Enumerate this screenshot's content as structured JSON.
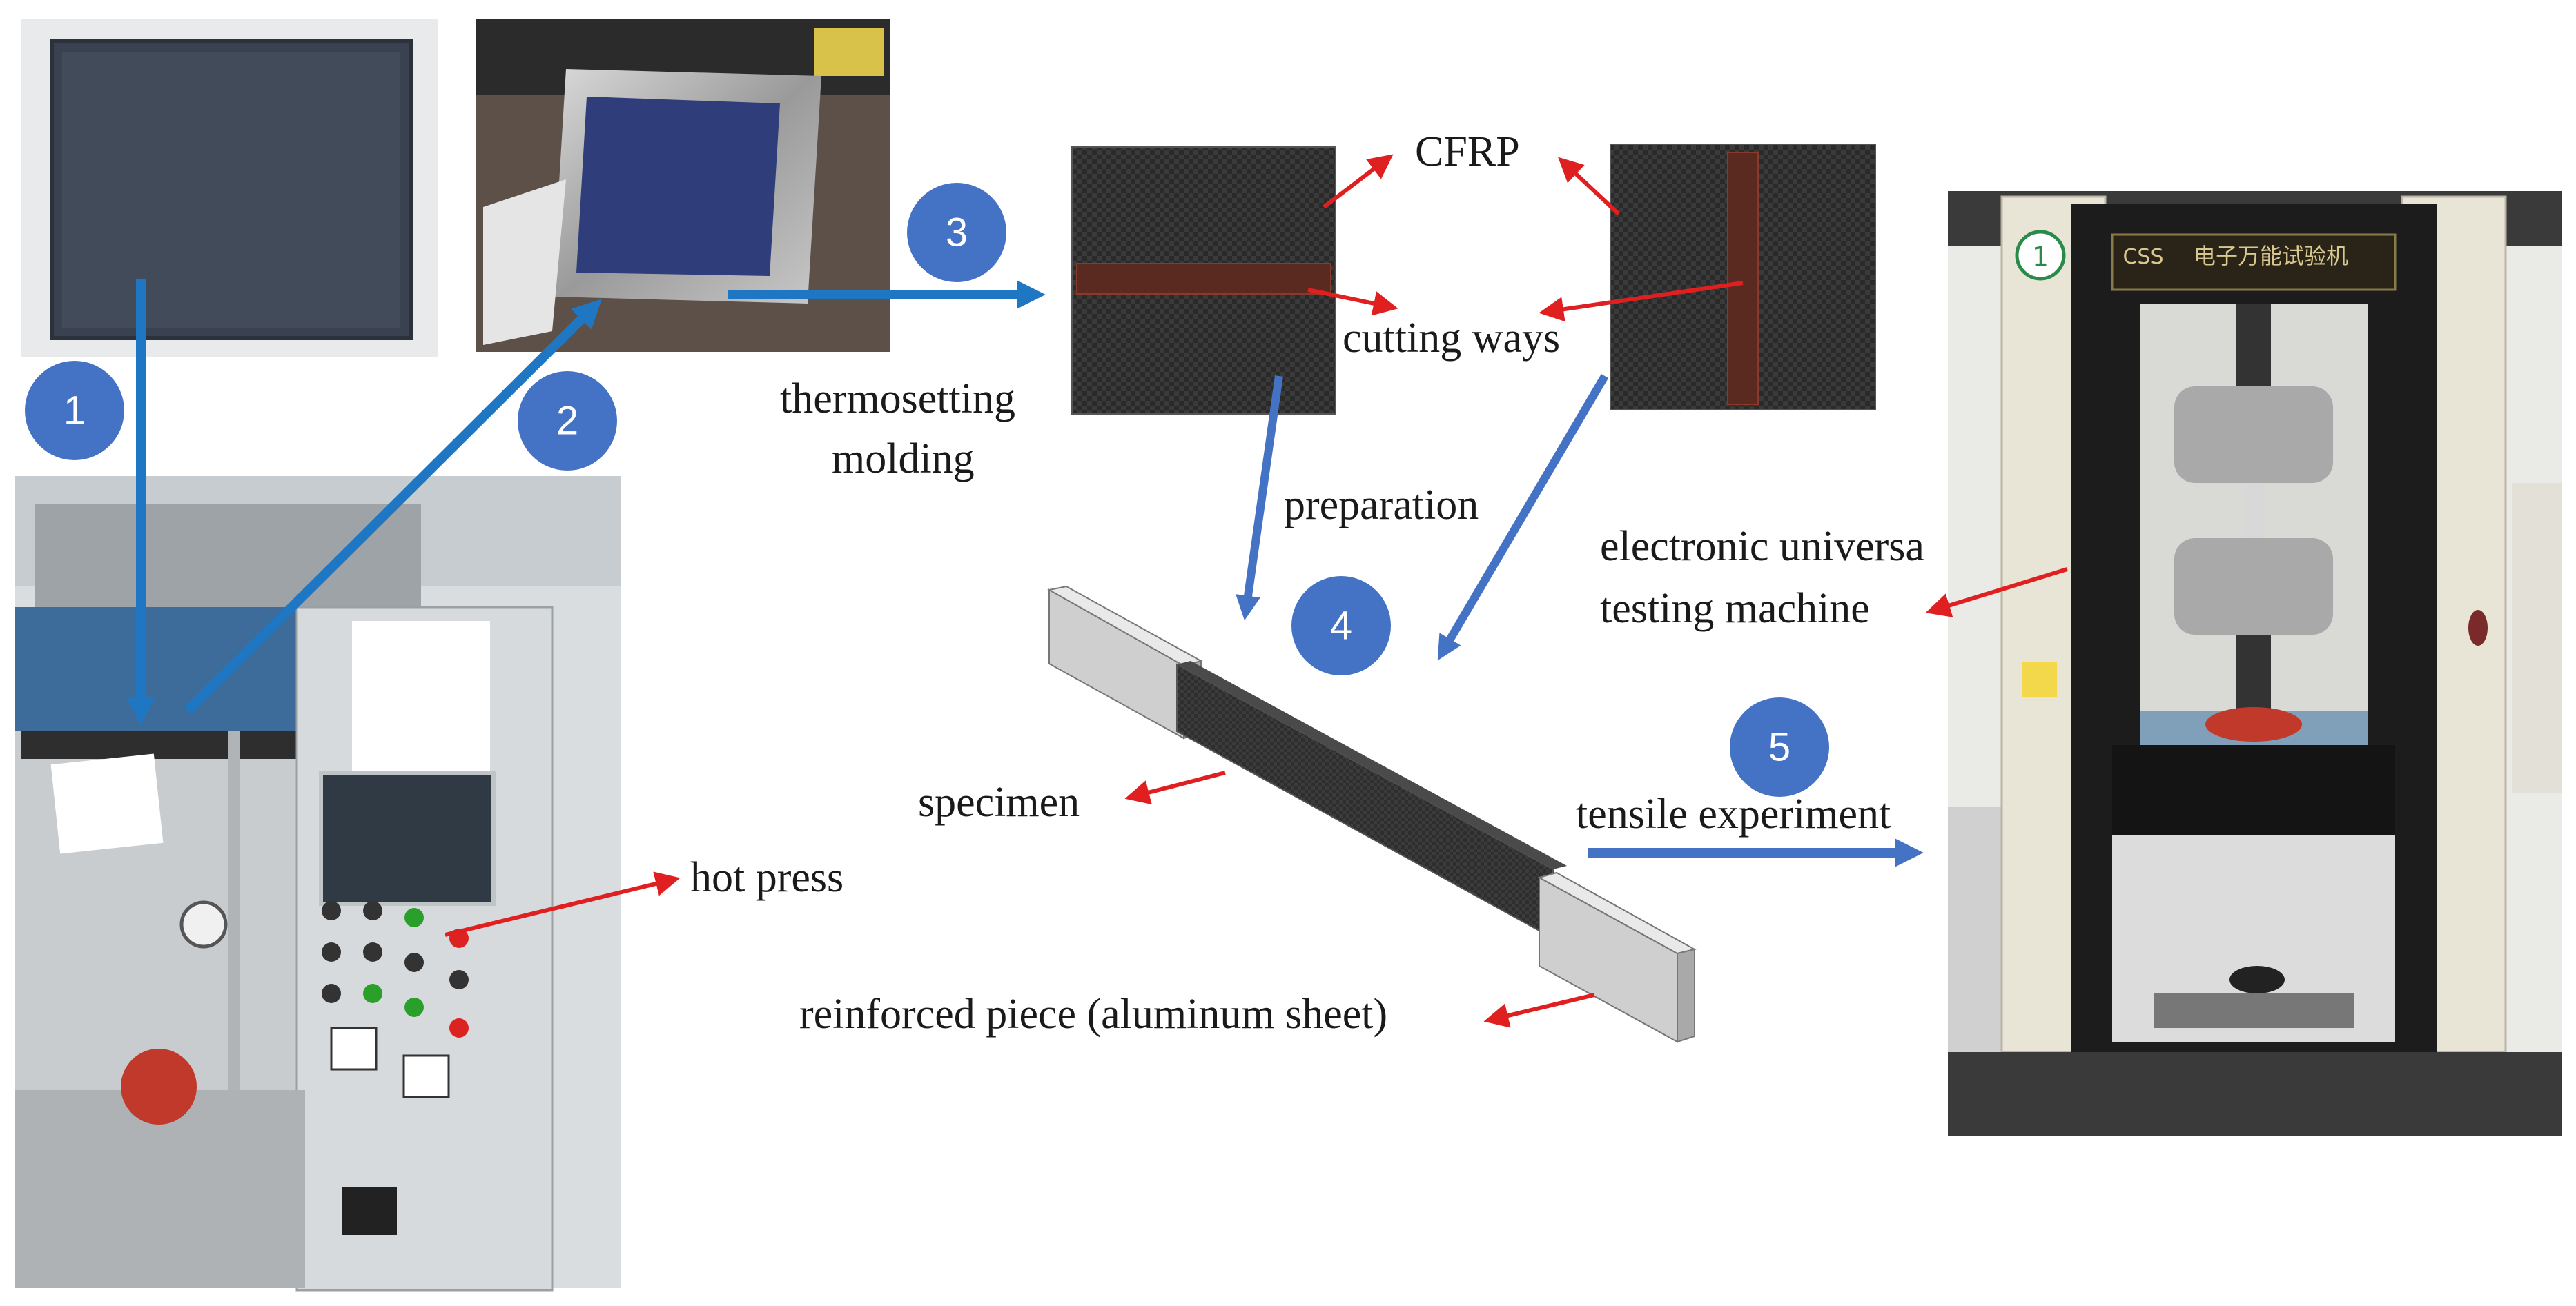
{
  "labels": {
    "cfrp": "CFRP",
    "cutting_ways": "cutting ways",
    "thermosetting": "thermosetting",
    "molding": "molding",
    "preparation": "preparation",
    "electronic_universal": "electronic universa",
    "testing_machine": "testing machine",
    "specimen": "specimen",
    "hot_press": "hot press",
    "tensile_experiment": "tensile experiment",
    "reinforced_piece": "reinforced piece (aluminum sheet)"
  },
  "steps": [
    "1",
    "2",
    "3",
    "4",
    "5"
  ],
  "machine_badge": "1",
  "machine_brand": "CSS",
  "machine_title": "电子万能试验机",
  "colors": {
    "flow_arrow": "#1f77c4",
    "step_circle": "#4472c4",
    "pointer_arrow": "#e02020",
    "cfrp_cut_strip": "#5a2a20",
    "cfrp_plate": "#2b2b2b"
  }
}
